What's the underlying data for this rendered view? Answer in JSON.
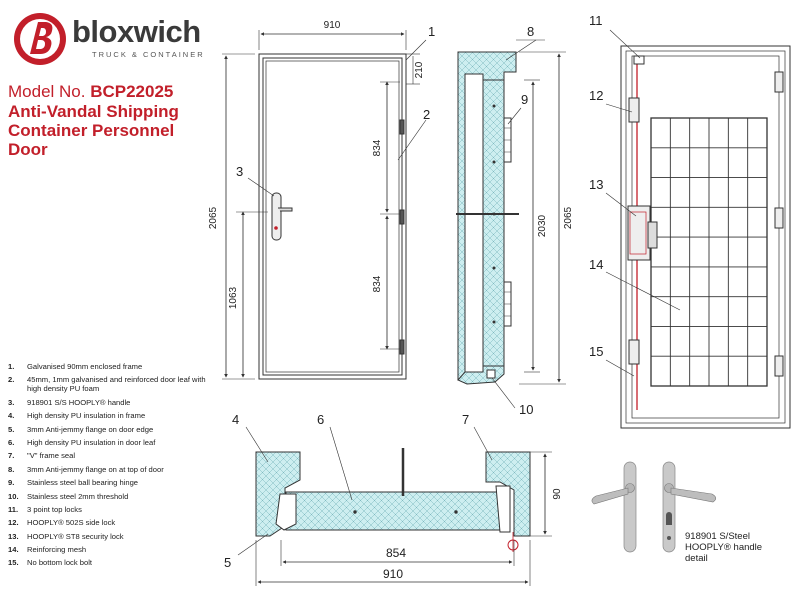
{
  "brand": {
    "name": "bloxwich",
    "tagline": "TRUCK & CONTAINER"
  },
  "model": {
    "label": "Model No. ",
    "number": "BCP22025"
  },
  "description": "Anti-Vandal Shipping Container Personnel Door",
  "dimensions": {
    "front_width": "910",
    "front_height": "2065",
    "top_offset": "210",
    "hinge_spacing_upper": "834",
    "hinge_spacing_lower": "834",
    "handle_height": "1063",
    "side_inner_height": "2030",
    "side_outer_height": "2065",
    "section_depth": "90",
    "section_inner_width": "854",
    "section_outer_width": "910"
  },
  "callouts": [
    "1",
    "2",
    "3",
    "4",
    "5",
    "6",
    "7",
    "8",
    "9",
    "10",
    "11",
    "12",
    "13",
    "14",
    "15"
  ],
  "legend": [
    {
      "n": "1.",
      "text": "Galvanised 90mm enclosed frame"
    },
    {
      "n": "2.",
      "text": "45mm, 1mm galvanised and reinforced door leaf with high density PU foam"
    },
    {
      "n": "3.",
      "text": "918901 S/S HOOPLY® handle"
    },
    {
      "n": "4.",
      "text": "High density PU insulation in frame"
    },
    {
      "n": "5.",
      "text": "3mm Anti-jemmy flange on door edge"
    },
    {
      "n": "6.",
      "text": "High density PU insulation in door leaf"
    },
    {
      "n": "7.",
      "text": "\"V\" frame seal"
    },
    {
      "n": "8.",
      "text": "3mm Anti-jemmy flange on at top of door"
    },
    {
      "n": "9.",
      "text": "Stainless steel ball bearing hinge"
    },
    {
      "n": "10.",
      "text": "Stainless steel 2mm threshold"
    },
    {
      "n": "11.",
      "text": "3 point top locks"
    },
    {
      "n": "12.",
      "text": "HOOPLY® 502S side lock"
    },
    {
      "n": "13.",
      "text": "HOOPLY® ST8 security lock"
    },
    {
      "n": "14.",
      "text": "Reinforcing mesh"
    },
    {
      "n": "15.",
      "text": "No bottom lock bolt"
    }
  ],
  "handle_caption": [
    "918901 S/Steel",
    "HOOPLY® handle",
    "detail"
  ],
  "colors": {
    "brand_red": "#c21f2a",
    "insulation": "#cdeef0",
    "line": "#333333"
  }
}
